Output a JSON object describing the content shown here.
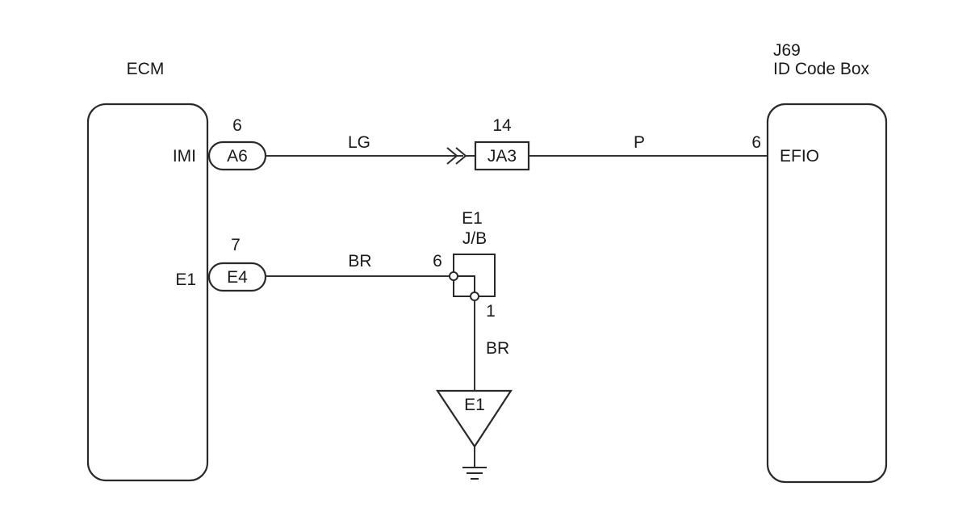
{
  "components": {
    "ecm": {
      "name": "ECM",
      "pins": {
        "imi": {
          "label": "IMI",
          "connector": "A6",
          "pin": "6"
        },
        "e1": {
          "label": "E1",
          "connector": "E4",
          "pin": "7"
        }
      }
    },
    "id_code_box": {
      "code": "J69",
      "name": "ID Code Box",
      "pin": {
        "label": "EFIO",
        "pin": "6"
      }
    },
    "junction_connector": {
      "label": "JA3",
      "pin": "14"
    },
    "junction_block": {
      "name": "E1",
      "type": "J/B",
      "pin_in": "6",
      "pin_out": "1"
    },
    "ground": {
      "label": "E1"
    }
  },
  "wires": {
    "imi_to_ja3": "LG",
    "ja3_to_efio": "P",
    "e1_to_jb": "BR",
    "jb_to_ground": "BR"
  }
}
